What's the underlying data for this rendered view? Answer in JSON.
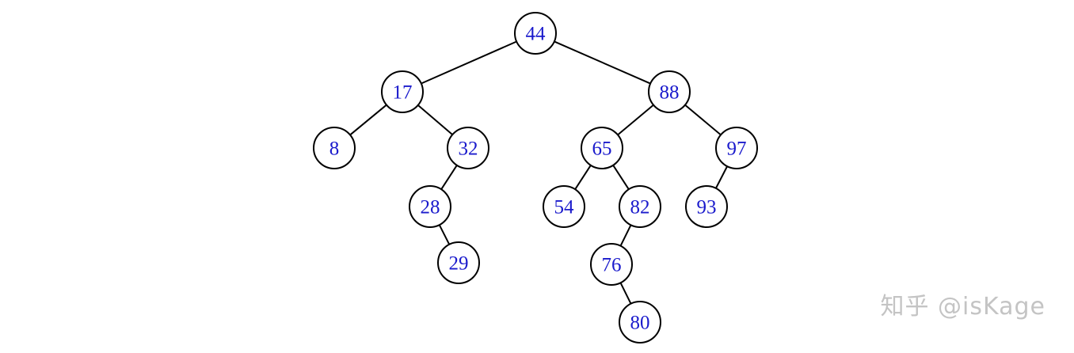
{
  "diagram": {
    "type": "binary-search-tree",
    "colors": {
      "node_text": "#1a1acc",
      "node_stroke": "#000000",
      "edge": "#000000",
      "watermark": "#c4c4c4"
    },
    "nodes": [
      {
        "id": "n44",
        "label": "44"
      },
      {
        "id": "n17",
        "label": "17"
      },
      {
        "id": "n88",
        "label": "88"
      },
      {
        "id": "n8",
        "label": "8"
      },
      {
        "id": "n32",
        "label": "32"
      },
      {
        "id": "n65",
        "label": "65"
      },
      {
        "id": "n97",
        "label": "97"
      },
      {
        "id": "n28",
        "label": "28"
      },
      {
        "id": "n54",
        "label": "54"
      },
      {
        "id": "n82",
        "label": "82"
      },
      {
        "id": "n93",
        "label": "93"
      },
      {
        "id": "n29",
        "label": "29"
      },
      {
        "id": "n76",
        "label": "76"
      },
      {
        "id": "n80",
        "label": "80"
      }
    ],
    "edges": [
      {
        "from": "n44",
        "to": "n17"
      },
      {
        "from": "n44",
        "to": "n88"
      },
      {
        "from": "n17",
        "to": "n8"
      },
      {
        "from": "n17",
        "to": "n32"
      },
      {
        "from": "n32",
        "to": "n28"
      },
      {
        "from": "n28",
        "to": "n29"
      },
      {
        "from": "n88",
        "to": "n65"
      },
      {
        "from": "n88",
        "to": "n97"
      },
      {
        "from": "n65",
        "to": "n54"
      },
      {
        "from": "n65",
        "to": "n82"
      },
      {
        "from": "n82",
        "to": "n76"
      },
      {
        "from": "n76",
        "to": "n80"
      },
      {
        "from": "n97",
        "to": "n93"
      }
    ]
  },
  "watermark": {
    "text": "知乎 @isKage"
  }
}
